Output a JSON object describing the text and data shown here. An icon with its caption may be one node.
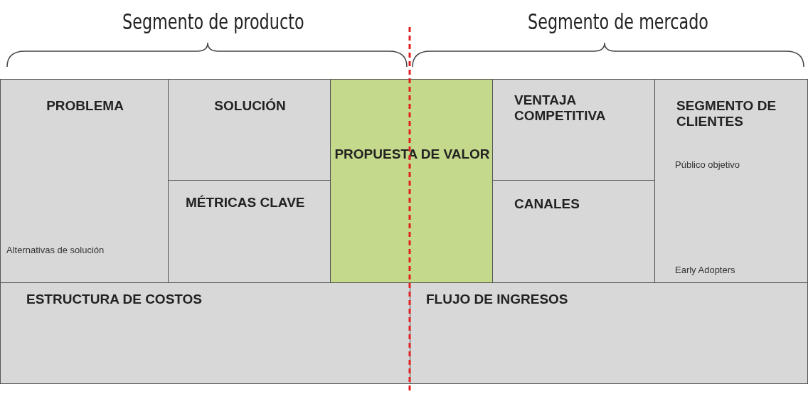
{
  "diagram": {
    "nodes": [
      {
        "text": [
          "PROBLEMA",
          "Alternativas de solución"
        ]
      },
      {
        "text": [
          "SOLUCIÓN"
        ]
      },
      {
        "text": [
          "MÉTRICAS CLAVE"
        ]
      },
      {
        "text": [
          "PROPUESTA DE VALOR"
        ]
      },
      {
        "text": [
          "VENTAJA COMPETITIVA"
        ]
      },
      {
        "text": [
          "CANALES"
        ]
      },
      {
        "text": [
          "SEGMENTO DE CLIENTES",
          "Público objetivo",
          "Early Adopters"
        ]
      },
      {
        "text": [
          "ESTRUCTURA DE COSTOS"
        ]
      },
      {
        "text": [
          "FLUJO DE INGRESOS"
        ]
      }
    ],
    "labels": [
      "Segmento de producto",
      "Segmento de mercado"
    ]
  }
}
